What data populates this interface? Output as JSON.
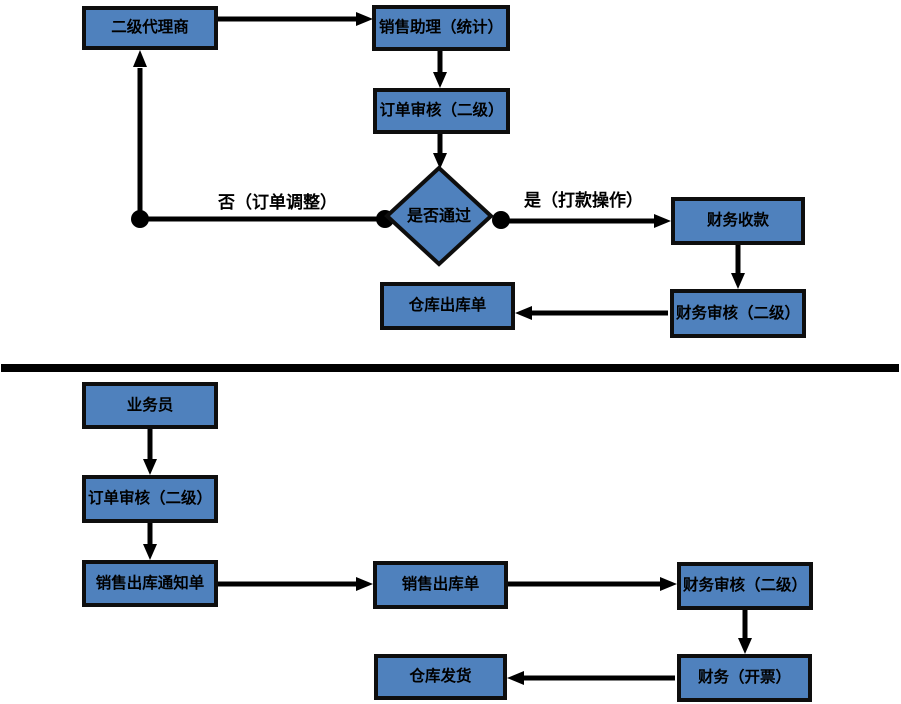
{
  "colors": {
    "node_fill": "#4f81bd",
    "node_border": "#0e0e0e",
    "connector": "#000000",
    "background": "#ffffff"
  },
  "top_flow": {
    "secondary_agent": "二级代理商",
    "sales_assistant": "销售助理（统计）",
    "order_review": "订单审核（二级）",
    "decision": "是否通过",
    "branch_no": "否（订单调整）",
    "branch_yes": "是（打款操作）",
    "finance_collection": "财务收款",
    "finance_review": "财务审核（二级）",
    "warehouse_outbound_order": "仓库出库单"
  },
  "bottom_flow": {
    "salesperson": "业务员",
    "order_review": "订单审核（二级）",
    "sales_outbound_notice": "销售出库通知单",
    "sales_outbound_order": "销售出库单",
    "finance_review": "财务审核（二级）",
    "finance_invoicing": "财务（开票）",
    "warehouse_shipping": "仓库发货"
  }
}
